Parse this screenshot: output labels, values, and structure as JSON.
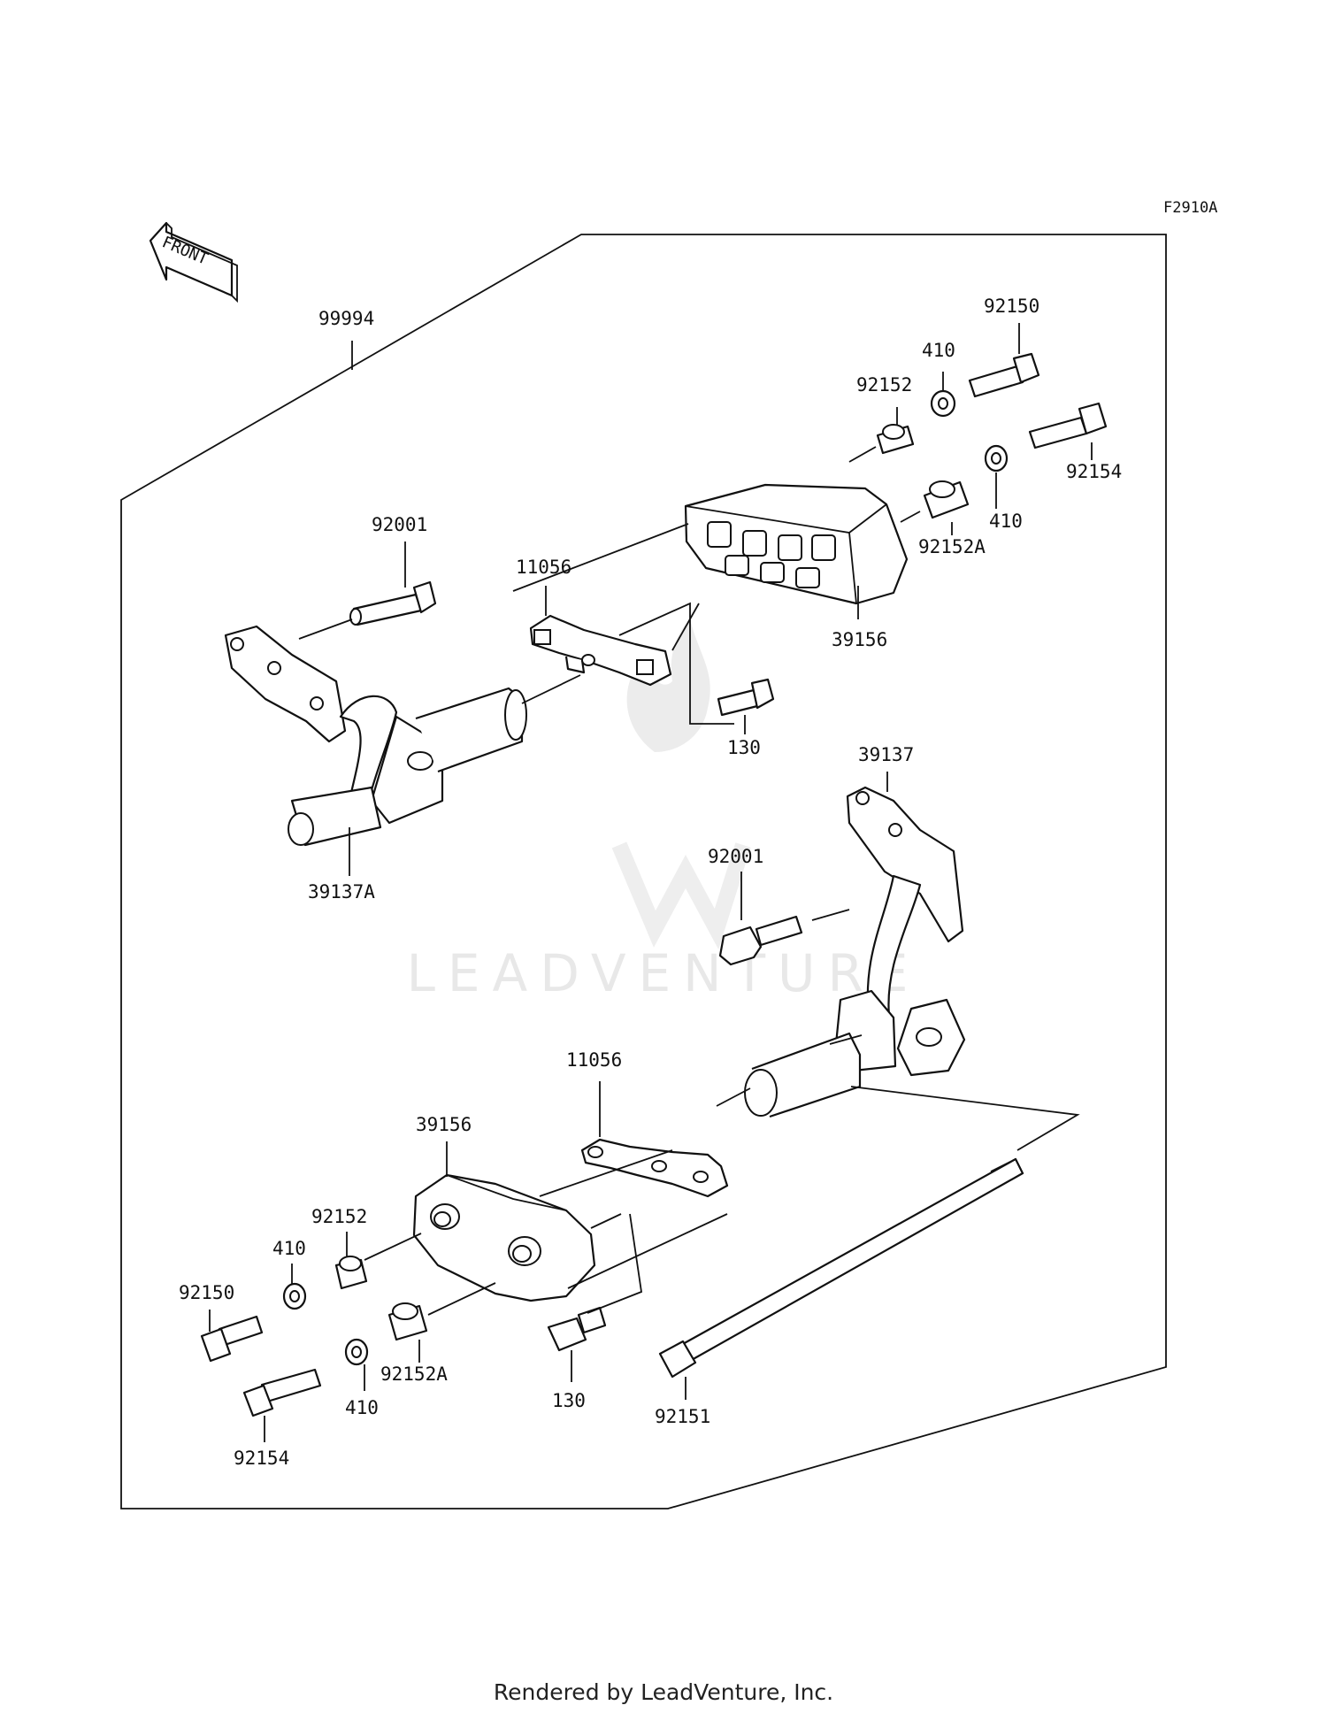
{
  "figure_code": "F2910A",
  "front_arrow_text": "FRONT",
  "watermark_text": "LEADVENTURE",
  "footer_text": "Rendered by LeadVenture, Inc.",
  "part_labels": [
    {
      "id": "lbl-99994",
      "text": "99994"
    },
    {
      "id": "lbl-92150-top",
      "text": "92150"
    },
    {
      "id": "lbl-410-top-a",
      "text": "410"
    },
    {
      "id": "lbl-92152-top",
      "text": "92152"
    },
    {
      "id": "lbl-92154-top",
      "text": "92154"
    },
    {
      "id": "lbl-410-top-b",
      "text": "410"
    },
    {
      "id": "lbl-92152A-top",
      "text": "92152A"
    },
    {
      "id": "lbl-92001-top",
      "text": "92001"
    },
    {
      "id": "lbl-11056-top",
      "text": "11056"
    },
    {
      "id": "lbl-39156-top",
      "text": "39156"
    },
    {
      "id": "lbl-130-top",
      "text": "130"
    },
    {
      "id": "lbl-39137",
      "text": "39137"
    },
    {
      "id": "lbl-39137A",
      "text": "39137A"
    },
    {
      "id": "lbl-92001-mid",
      "text": "92001"
    },
    {
      "id": "lbl-11056-bot",
      "text": "11056"
    },
    {
      "id": "lbl-39156-bot",
      "text": "39156"
    },
    {
      "id": "lbl-92152-bot",
      "text": "92152"
    },
    {
      "id": "lbl-410-bot-a",
      "text": "410"
    },
    {
      "id": "lbl-92150-bot",
      "text": "92150"
    },
    {
      "id": "lbl-410-bot-b",
      "text": "410"
    },
    {
      "id": "lbl-92152A-bot",
      "text": "92152A"
    },
    {
      "id": "lbl-130-bot",
      "text": "130"
    },
    {
      "id": "lbl-92151",
      "text": "92151"
    },
    {
      "id": "lbl-92154-bot",
      "text": "92154"
    }
  ]
}
